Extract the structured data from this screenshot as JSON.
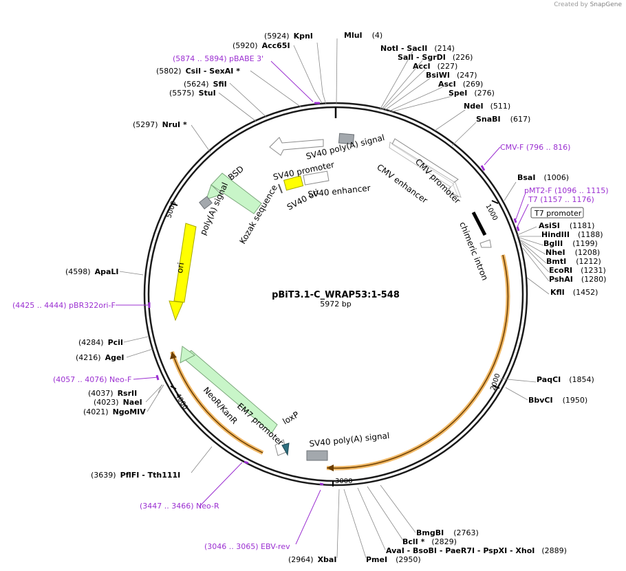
{
  "credit": {
    "prefix": "Created by",
    "brand": "SnapGene"
  },
  "plasmid": {
    "name": "pBiT3.1-C_WRAP53:1-548",
    "size": "5972 bp",
    "length": 5972
  },
  "ticks": [
    "1000",
    "2000",
    "3000",
    "4000",
    "5000"
  ],
  "features": [
    {
      "label": "SV40 poly(A) signal"
    },
    {
      "label": "SV40 promoter"
    },
    {
      "label": "SV40 enhancer"
    },
    {
      "label": "SV40 ori"
    },
    {
      "label": "Kozak sequence"
    },
    {
      "label": "CMV enhancer"
    },
    {
      "label": "CMV promoter"
    },
    {
      "label": "chimeric intron"
    },
    {
      "label": "BSD"
    },
    {
      "label": "poly(A) signal"
    },
    {
      "label": "ori"
    },
    {
      "label": "NeoR/KanR"
    },
    {
      "label": "EM7 promoter"
    },
    {
      "label": "loxP"
    },
    {
      "label": "SV40 poly(A) signal"
    },
    {
      "label": "T7 promoter"
    }
  ],
  "sites": [
    {
      "pos": "(5924)",
      "name": "KpnI"
    },
    {
      "pos": "(5920)",
      "name": "Acc65I"
    },
    {
      "pos": "(4)",
      "name": "MluI"
    },
    {
      "pos": "(214)",
      "name": "NotI - SacII"
    },
    {
      "pos": "(226)",
      "name": "SalI - SgrDI"
    },
    {
      "pos": "(227)",
      "name": "AccI"
    },
    {
      "pos": "(247)",
      "name": "BsiWI"
    },
    {
      "pos": "(269)",
      "name": "AscI"
    },
    {
      "pos": "(276)",
      "name": "SpeI"
    },
    {
      "pos": "(511)",
      "name": "NdeI"
    },
    {
      "pos": "(617)",
      "name": "SnaBI"
    },
    {
      "pos": "(1006)",
      "name": "BsaI"
    },
    {
      "pos": "(1181)",
      "name": "AsiSI"
    },
    {
      "pos": "(1188)",
      "name": "HindIII"
    },
    {
      "pos": "(1199)",
      "name": "BglII"
    },
    {
      "pos": "(1208)",
      "name": "NheI"
    },
    {
      "pos": "(1212)",
      "name": "BmtI"
    },
    {
      "pos": "(1231)",
      "name": "EcoRI"
    },
    {
      "pos": "(1280)",
      "name": "PshAI"
    },
    {
      "pos": "(1452)",
      "name": "KflI"
    },
    {
      "pos": "(1854)",
      "name": "PaqCI"
    },
    {
      "pos": "(1950)",
      "name": "BbvCI"
    },
    {
      "pos": "(2763)",
      "name": "BmgBI"
    },
    {
      "pos": "(2829)",
      "name": "BclI *"
    },
    {
      "pos": "(2889)",
      "name": "AvaI - BsoBI - PaeR7I - PspXI - XhoI"
    },
    {
      "pos": "(2950)",
      "name": "PmeI"
    },
    {
      "pos": "(2964)",
      "name": "XbaI"
    },
    {
      "pos": "(3639)",
      "name": "PflFI - Tth111I"
    },
    {
      "pos": "(4021)",
      "name": "NgoMIV"
    },
    {
      "pos": "(4023)",
      "name": "NaeI"
    },
    {
      "pos": "(4037)",
      "name": "RsrII"
    },
    {
      "pos": "(4216)",
      "name": "AgeI"
    },
    {
      "pos": "(4284)",
      "name": "PciI"
    },
    {
      "pos": "(4598)",
      "name": "ApaLI"
    },
    {
      "pos": "(5297)",
      "name": "NruI *"
    },
    {
      "pos": "(5575)",
      "name": "StuI"
    },
    {
      "pos": "(5624)",
      "name": "SfiI"
    },
    {
      "pos": "(5802)",
      "name": "CsiI - SexAI *"
    }
  ],
  "primers": [
    {
      "text": "(5874 .. 5894)  pBABE 3'"
    },
    {
      "text": "CMV-F  (796 .. 816)"
    },
    {
      "text": "pMT2-F  (1096 .. 1115)"
    },
    {
      "text": "T7  (1157 .. 1176)"
    },
    {
      "text": "(4425 .. 4444)  pBR322ori-F"
    },
    {
      "text": "(4057 .. 4076)  Neo-F"
    },
    {
      "text": "(3447 .. 3466)  Neo-R"
    },
    {
      "text": "(3046 .. 3065)  EBV-rev"
    }
  ],
  "colors": {
    "backbone": "#1a1a1a",
    "feature_outline": "#8a8a8a",
    "resistance": "#c8f5c8",
    "ori": "#ffff00",
    "orange_highlight": "#f0b866",
    "primer": "#9b2fd1",
    "polya_box": "#a3a8ad",
    "loxp": "#2f6f7f"
  }
}
